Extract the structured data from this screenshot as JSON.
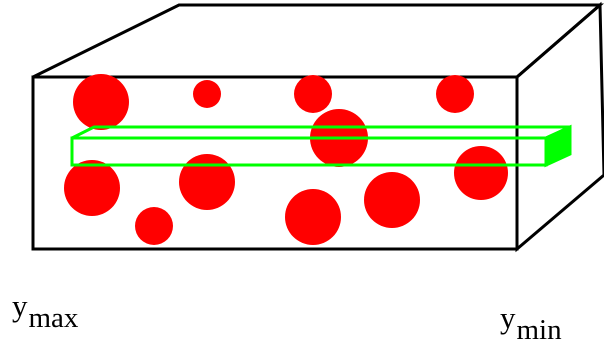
{
  "labels": {
    "y_max": {
      "base": "y",
      "subscript": "max"
    },
    "y_min": {
      "base": "y",
      "subscript": "min"
    }
  },
  "colors": {
    "box_stroke": "#000000",
    "particles": "#ff0000",
    "slab": "#00ff00",
    "background": "#ffffff"
  }
}
